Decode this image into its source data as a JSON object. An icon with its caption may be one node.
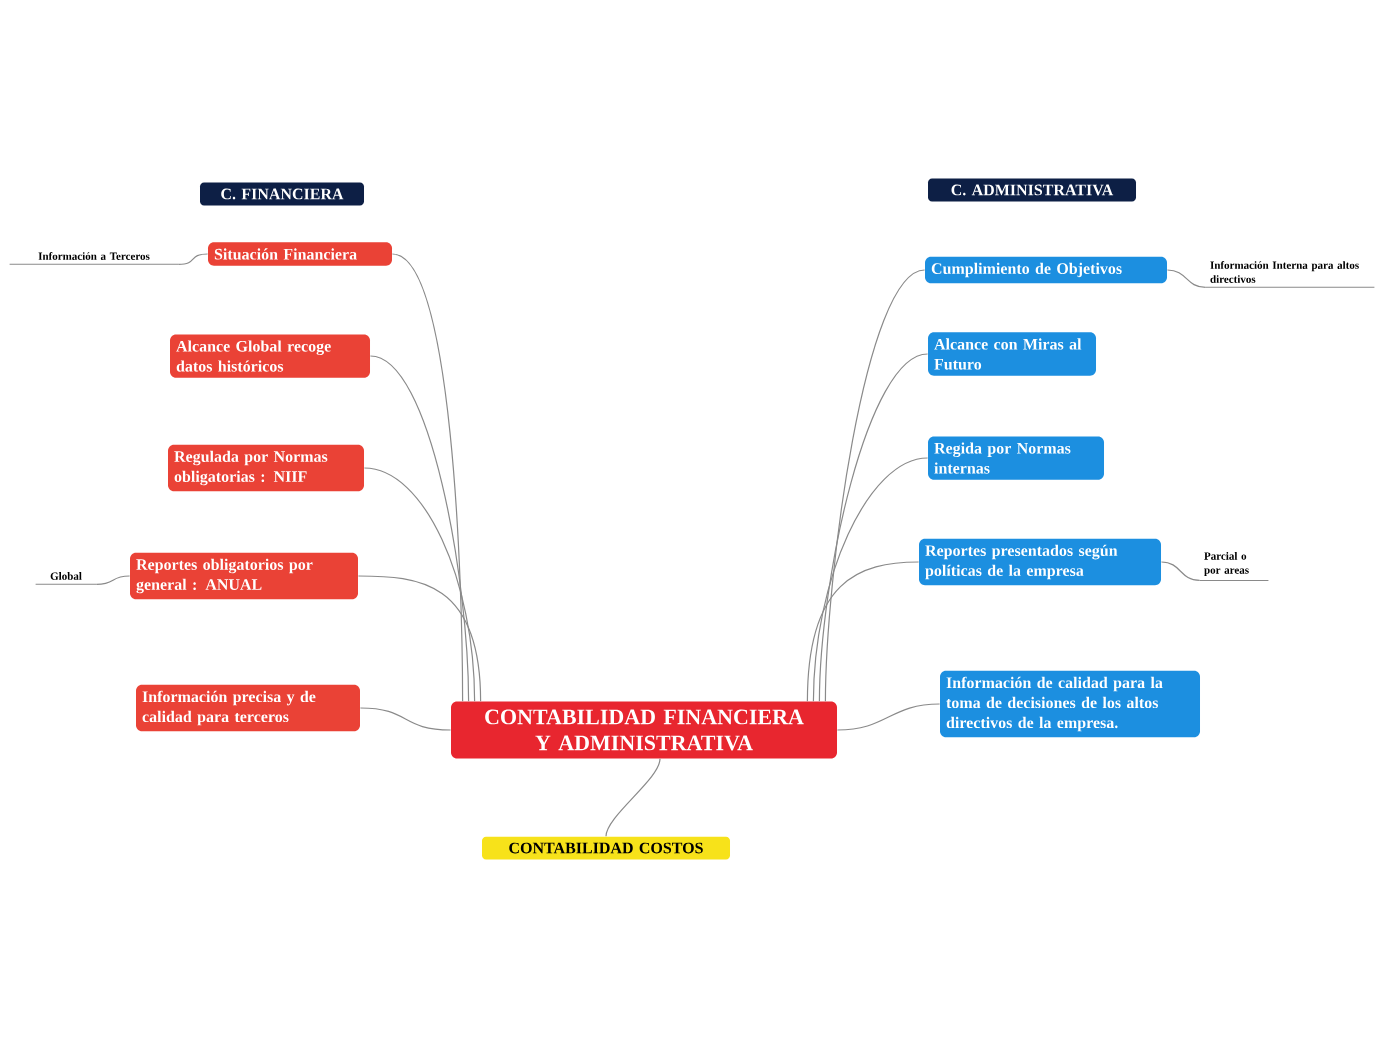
{
  "diagram": {
    "nodes": [
      {
        "text": [
          "CONTABILIDAD FINANCIERA Y ADMINISTRATIVA"
        ]
      },
      {
        "text": [
          "C. FINANCIERA"
        ]
      },
      {
        "text": [
          "C. ADMINISTRATIVA"
        ]
      },
      {
        "text": [
          "Situación Financiera"
        ]
      },
      {
        "text": [
          "Alcance Global recoge datos históricos"
        ]
      },
      {
        "text": [
          "Regulada por Normas obligatorias : NIIF"
        ]
      },
      {
        "text": [
          "Reportes obligatorios por general : ANUAL"
        ]
      },
      {
        "text": [
          "Información precisa y de calidad para terceros"
        ]
      },
      {
        "text": [
          "Cumplimiento de Objetivos"
        ]
      },
      {
        "text": [
          "Alcance con Miras al Futuro"
        ]
      },
      {
        "text": [
          "Regida por Normas internas"
        ]
      },
      {
        "text": [
          "Reportes presentados según políticas de la empresa"
        ]
      },
      {
        "text": [
          "Información de calidad para la toma de decisiones de los altos directivos de la empresa."
        ]
      },
      {
        "text": [
          "CONTABILIDAD COSTOS"
        ]
      },
      {
        "text": [
          "Información a Terceros"
        ]
      },
      {
        "text": [
          "Global"
        ]
      },
      {
        "text": [
          "Información Interna para altos directivos"
        ]
      },
      {
        "text": [
          "Parcial o por areas"
        ]
      }
    ],
    "edges": [
      {
        "from": 0,
        "to": 3,
        "arrow": "none"
      },
      {
        "from": 0,
        "to": 4,
        "arrow": "none"
      },
      {
        "from": 0,
        "to": 5,
        "arrow": "none"
      },
      {
        "from": 0,
        "to": 6,
        "arrow": "none"
      },
      {
        "from": 0,
        "to": 7,
        "arrow": "none"
      },
      {
        "from": 0,
        "to": 8,
        "arrow": "none"
      },
      {
        "from": 0,
        "to": 9,
        "arrow": "none"
      },
      {
        "from": 0,
        "to": 10,
        "arrow": "none"
      },
      {
        "from": 0,
        "to": 11,
        "arrow": "none"
      },
      {
        "from": 0,
        "to": 12,
        "arrow": "none"
      },
      {
        "from": 0,
        "to": 13,
        "arrow": "none"
      },
      {
        "from": 3,
        "to": 14,
        "arrow": "none"
      },
      {
        "from": 6,
        "to": 15,
        "arrow": "none"
      },
      {
        "from": 8,
        "to": 16,
        "arrow": "none"
      },
      {
        "from": 11,
        "to": 17,
        "arrow": "none"
      }
    ]
  }
}
